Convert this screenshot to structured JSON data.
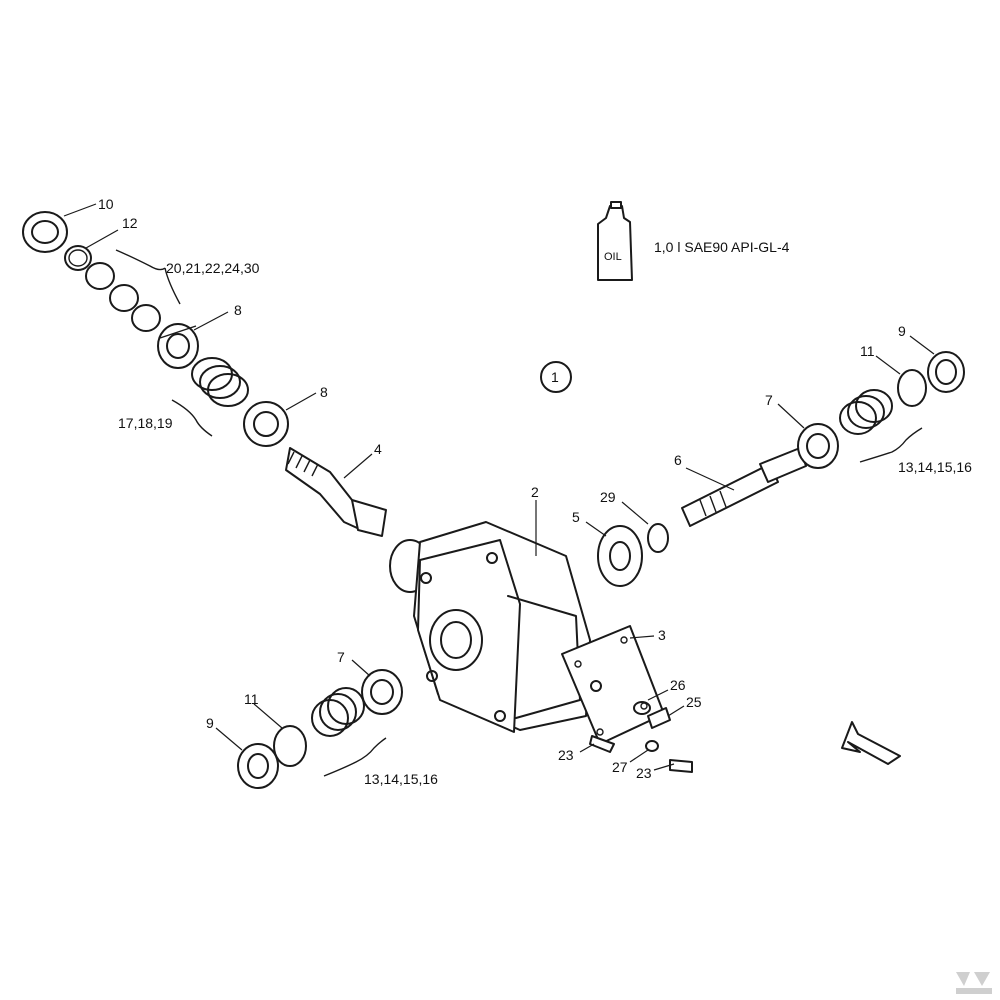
{
  "labels": {
    "item1": "1",
    "item2": "2",
    "item3": "3",
    "item4": "4",
    "item5": "5",
    "item6": "6",
    "item7a": "7",
    "item7b": "7",
    "item8a": "8",
    "item8b": "8",
    "item9a": "9",
    "item9b": "9",
    "item10": "10",
    "item11a": "11",
    "item11b": "11",
    "item12": "12",
    "item23a": "23",
    "item23b": "23",
    "item25": "25",
    "item26": "26",
    "item27": "27",
    "item29": "29",
    "group_20_30": "20,21,22,24,30",
    "group_17_19": "17,18,19",
    "group_13_16_right": "13,14,15,16",
    "group_13_16_left": "13,14,15,16"
  },
  "oil": {
    "bottle_text": "OIL",
    "spec": "1,0 l SAE90 API-GL-4"
  },
  "icons": {
    "direction_arrow": "arrow-up-left-icon",
    "watermark": "brand-logo-icon"
  }
}
